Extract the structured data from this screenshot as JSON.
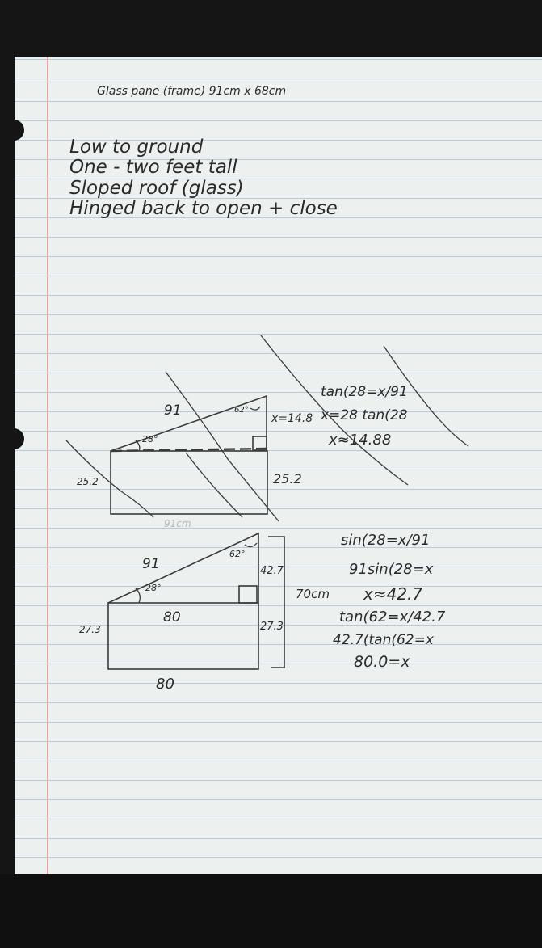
{
  "page": {
    "title": "Glass pane (frame) 91cm x 68cm",
    "notes": [
      "Low to ground",
      "One - two feet tall",
      "Sloped roof (glass)",
      "Hinged back to open + close"
    ]
  },
  "diagram1": {
    "hypotenuse": "91",
    "top_angle": "62°",
    "bottom_angle": "28°",
    "left_side": "25.2",
    "right_side": "25.2",
    "rise": "x=14.8",
    "work": [
      "tan(28=x/91",
      "x=28 tan(28",
      "x≈14.88"
    ]
  },
  "diagram2": {
    "hypotenuse": "91",
    "top_angle": "62°",
    "bottom_angle": "28°",
    "rise": "42.7",
    "base": "80",
    "left_side": "27.3",
    "right_side": "27.3",
    "total_height": "70cm",
    "bottom_width": "80",
    "faint_label": "91cm",
    "work": [
      "sin(28=x/91",
      "91sin(28=x",
      "x≈42.7",
      "tan(62=x/42.7",
      "42.7(tan(62=x",
      "80.0=x"
    ]
  }
}
